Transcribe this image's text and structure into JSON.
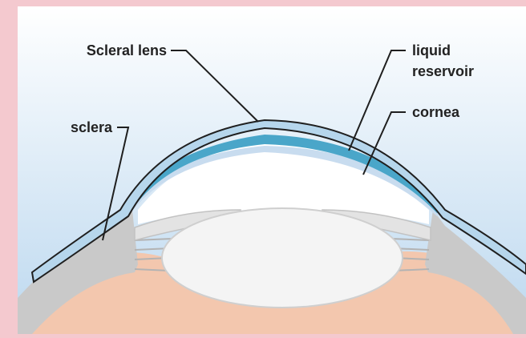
{
  "labels": {
    "scleral_lens": "Scleral lens",
    "liquid_reservoir_line1": "liquid",
    "liquid_reservoir_line2": "reservoir",
    "cornea": "cornea",
    "sclera": "sclera"
  },
  "colors": {
    "border": "#f4c9cf",
    "sky_top": "#ffffff",
    "sky_bottom": "#bcd8ef",
    "lens": "#b6d6ec",
    "reservoir": "#4aa6c9",
    "cornea": "#c8dcef",
    "sclera": "#c9c9c9",
    "iris": "#e3e3e3",
    "crystalline_lens": "#f4f4f4",
    "interior": "#f3c7ae",
    "outline": "#1f1f1f"
  }
}
